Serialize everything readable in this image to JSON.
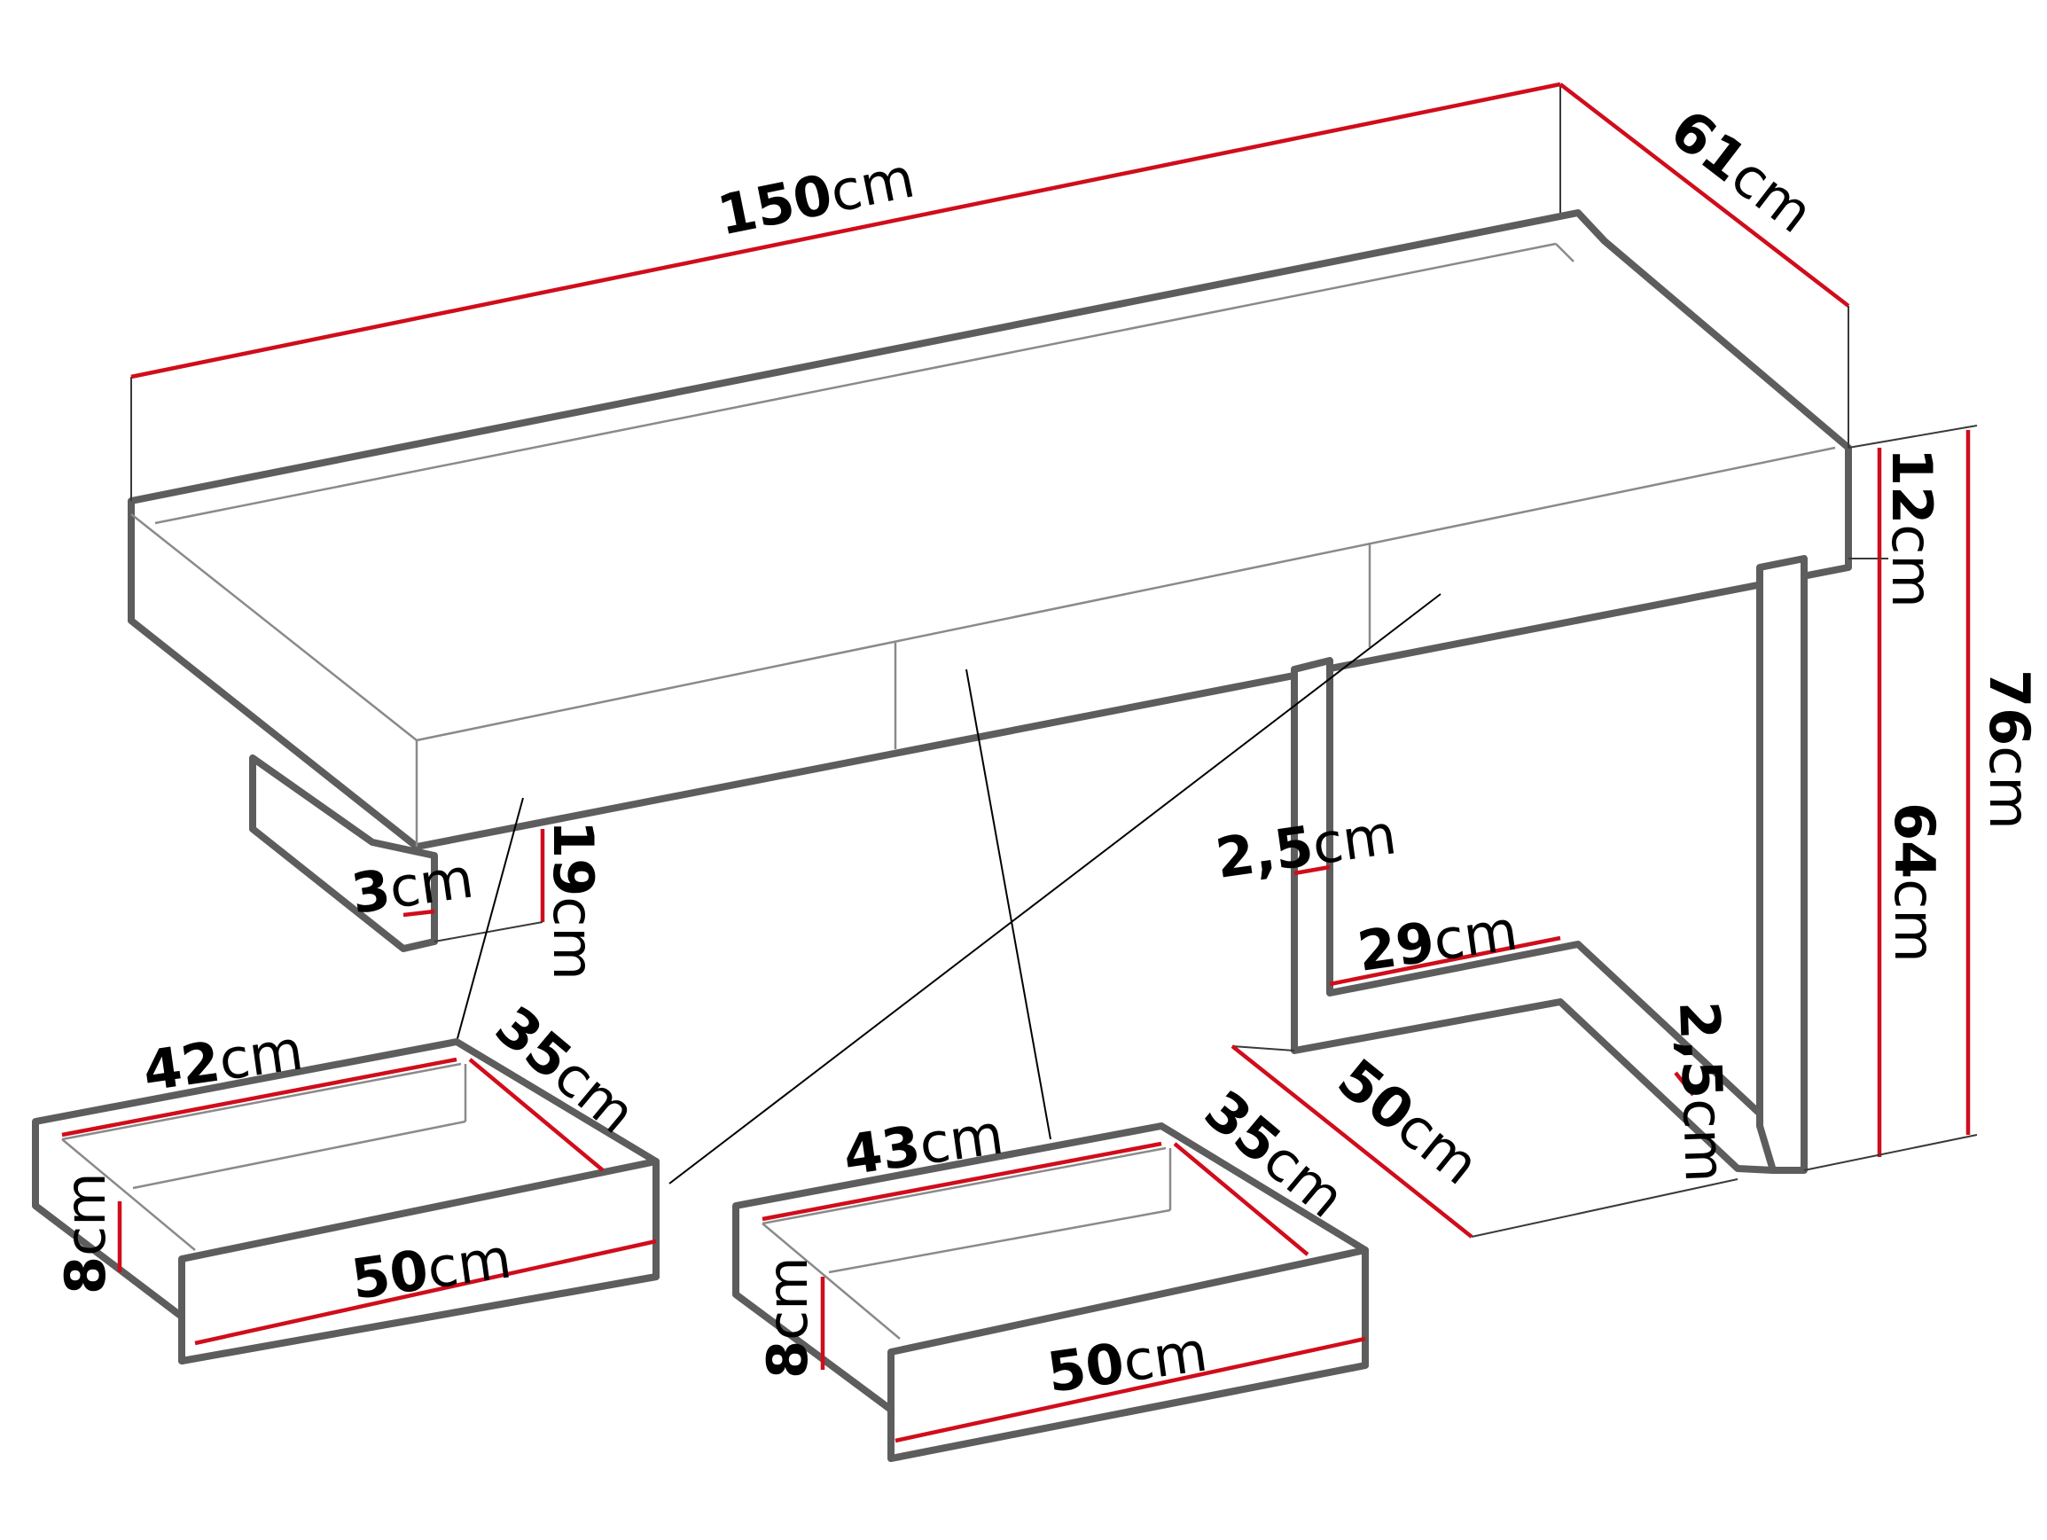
{
  "diagram": {
    "unit": "cm",
    "dimensions": {
      "width": "150",
      "depth": "61",
      "top_thickness": "12",
      "total_height": "76",
      "leg_height": "64",
      "panel_thickness": "3",
      "apron_height": "19",
      "leg_profile": "2,5",
      "leg_depth": "29",
      "foot_profile": "2,5",
      "leg_base_depth": "50"
    },
    "drawer_left": {
      "back_width": "42",
      "depth": "35",
      "front_width": "50",
      "height": "8"
    },
    "drawer_middle": {
      "back_width": "43",
      "depth": "35",
      "front_width": "50",
      "height": "8"
    },
    "colors": {
      "outline": "#5d5d5d",
      "dimension_line": "#d00d1b",
      "background": "#ffffff"
    }
  }
}
